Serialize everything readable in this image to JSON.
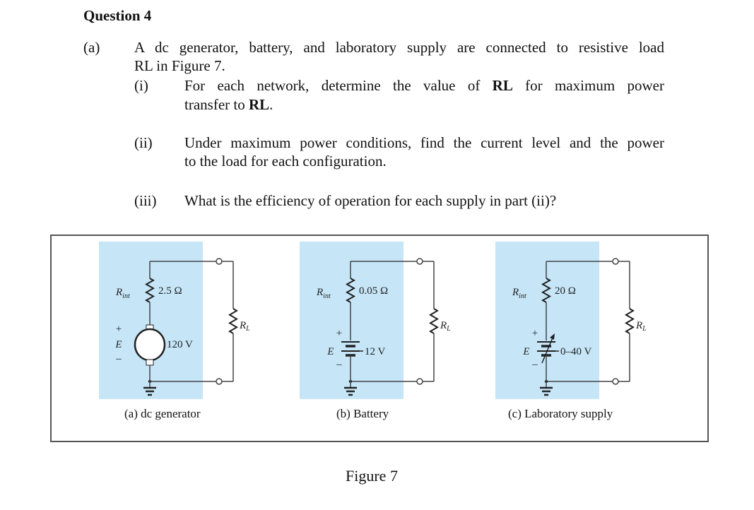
{
  "question": {
    "title": "Question 4",
    "part_a": {
      "label": "(a)",
      "line1": "A dc generator, battery, and laboratory supply are connected to resistive load",
      "line2": "RL in Figure 7.",
      "subparts": [
        {
          "label": "(i)",
          "line1_pre": "For each network, determine the value of ",
          "line1_bold": "RL",
          "line1_post": " for maximum power",
          "line2_pre": "transfer to ",
          "line2_bold": "RL",
          "line2_post": "."
        },
        {
          "label": "(ii)",
          "line1": "Under maximum power conditions, find the current level and the power",
          "line2": "to the load for each configuration."
        },
        {
          "label": "(iii)",
          "line1": "What is the efficiency of operation for each supply in part (ii)?"
        }
      ]
    }
  },
  "figure": {
    "label": "Figure 7",
    "panel_color": "#c6e6f8",
    "wire_color": "#444444",
    "panels": [
      {
        "caption": "(a)  dc generator",
        "rint_label": "R",
        "rint_sub": "int",
        "rint_value": "2.5 Ω",
        "source_type": "dc-generator",
        "plus": "+",
        "source_label": "E",
        "minus": "–",
        "source_value": "120 V",
        "load_label": "R",
        "load_sub": "L"
      },
      {
        "caption": "(b)  Battery",
        "rint_label": "R",
        "rint_sub": "int",
        "rint_value": "0.05 Ω",
        "source_type": "battery",
        "plus": "+",
        "source_label": "E",
        "minus": "–",
        "source_value": "12 V",
        "load_label": "R",
        "load_sub": "L"
      },
      {
        "caption": "(c)  Laboratory supply",
        "rint_label": "R",
        "rint_sub": "int",
        "rint_value": "20 Ω",
        "source_type": "variable-battery",
        "plus": "+",
        "source_label": "E",
        "minus": "–",
        "source_value": "0–40 V",
        "load_label": "R",
        "load_sub": "L"
      }
    ]
  }
}
